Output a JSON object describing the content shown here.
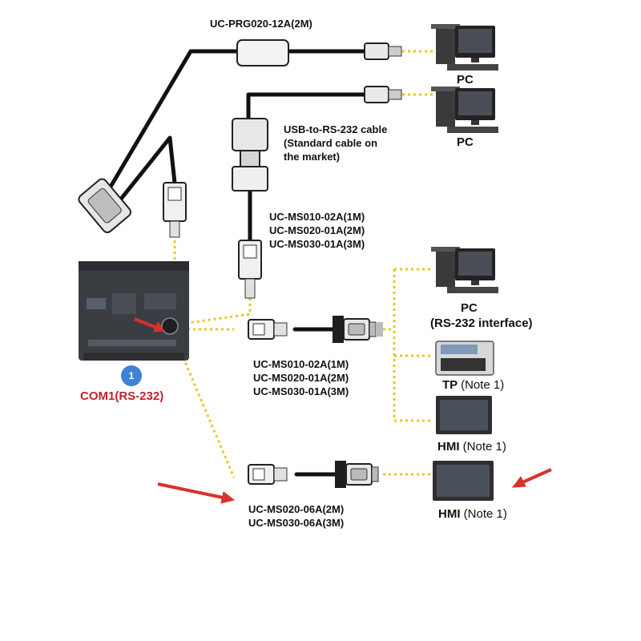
{
  "cables": {
    "top": "UC-PRG020-12A(2M)",
    "usb_rs232": [
      "USB-to-RS-232 cable",
      "(Standard cable on",
      "the market)"
    ],
    "ms_upper": [
      "UC-MS010-02A(1M)",
      "UC-MS020-01A(2M)",
      "UC-MS030-01A(3M)"
    ],
    "ms_middle": [
      "UC-MS010-02A(1M)",
      "UC-MS020-01A(2M)",
      "UC-MS030-01A(3M)"
    ],
    "ms_lower": [
      "UC-MS020-06A(2M)",
      "UC-MS030-06A(3M)"
    ]
  },
  "devices": {
    "pc1": "PC",
    "pc2": "PC",
    "pc3": "PC",
    "pc3_sub": "(RS-232 interface)",
    "tp_bold": "TP",
    "tp_note": "(Note 1)",
    "hmi1_bold": "HMI",
    "hmi1_note": "(Note 1)",
    "hmi2_bold": "HMI",
    "hmi2_note": "(Note 1)"
  },
  "port": {
    "number": "1",
    "label": "COM1(RS-232)"
  },
  "colors": {
    "cable": "#111111",
    "dotted_link": "#e6c81e",
    "arrow": "#d8322c",
    "badge": "#3e82d6",
    "port_label": "#c0242a"
  }
}
